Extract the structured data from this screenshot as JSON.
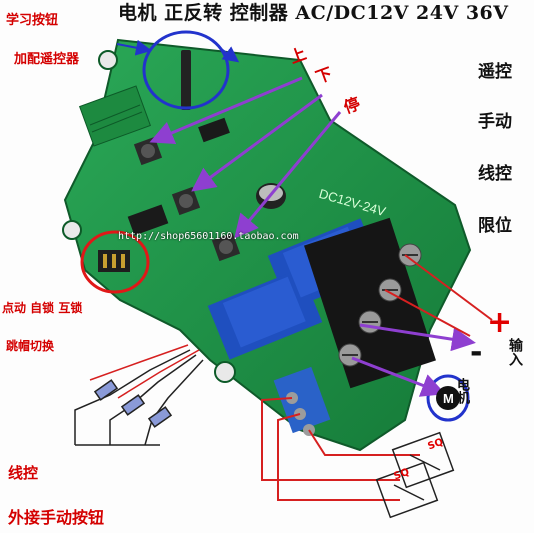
{
  "title": "电机 正反转 控制器 AC/DC12V 24V 36V",
  "labels": {
    "learn_button": "学习按钮",
    "pair_remote": "加配遥控器",
    "up": "上",
    "down": "下",
    "stop": "停",
    "remote": "遥控",
    "manual": "手动",
    "wired": "线控",
    "limit": "限位",
    "modes": "点动 自锁 互锁",
    "jumper": "跳帽切换",
    "wired_bottom": "线控",
    "external_button": "外接手动按钮",
    "input": "输入",
    "motor": "电机",
    "plus": "+",
    "minus": "-",
    "sq1": "SQ",
    "sq2": "SQ"
  },
  "watermark": "http://shop65601160.taobao.com",
  "board_text": "DC12V-24V",
  "colors": {
    "pcb": "#1f9a4a",
    "arrow": "#8e3fd0",
    "red_wire": "#d62020",
    "highlight_circle": "#2233cc"
  }
}
